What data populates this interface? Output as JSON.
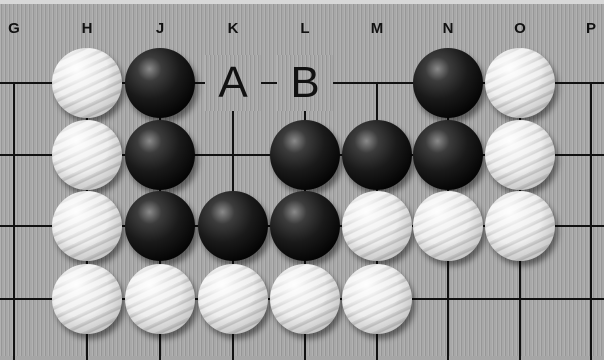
{
  "board": {
    "columns": [
      "G",
      "H",
      "J",
      "K",
      "L",
      "M",
      "N",
      "O",
      "P"
    ],
    "markers": [
      {
        "label": "A",
        "col": "K",
        "row": 1
      },
      {
        "label": "B",
        "col": "L",
        "row": 1
      }
    ],
    "stones": [
      {
        "color": "white",
        "col": "H",
        "row": 1
      },
      {
        "color": "black",
        "col": "J",
        "row": 1
      },
      {
        "color": "black",
        "col": "N",
        "row": 1
      },
      {
        "color": "white",
        "col": "O",
        "row": 1
      },
      {
        "color": "white",
        "col": "H",
        "row": 2
      },
      {
        "color": "black",
        "col": "J",
        "row": 2
      },
      {
        "color": "black",
        "col": "L",
        "row": 2
      },
      {
        "color": "black",
        "col": "M",
        "row": 2
      },
      {
        "color": "black",
        "col": "N",
        "row": 2
      },
      {
        "color": "white",
        "col": "O",
        "row": 2
      },
      {
        "color": "white",
        "col": "H",
        "row": 3
      },
      {
        "color": "black",
        "col": "J",
        "row": 3
      },
      {
        "color": "black",
        "col": "K",
        "row": 3
      },
      {
        "color": "black",
        "col": "L",
        "row": 3
      },
      {
        "color": "white",
        "col": "M",
        "row": 3
      },
      {
        "color": "white",
        "col": "N",
        "row": 3
      },
      {
        "color": "white",
        "col": "O",
        "row": 3
      },
      {
        "color": "white",
        "col": "H",
        "row": 4
      },
      {
        "color": "white",
        "col": "J",
        "row": 4
      },
      {
        "color": "white",
        "col": "K",
        "row": 4
      },
      {
        "color": "white",
        "col": "L",
        "row": 4
      },
      {
        "color": "white",
        "col": "M",
        "row": 4
      }
    ]
  }
}
